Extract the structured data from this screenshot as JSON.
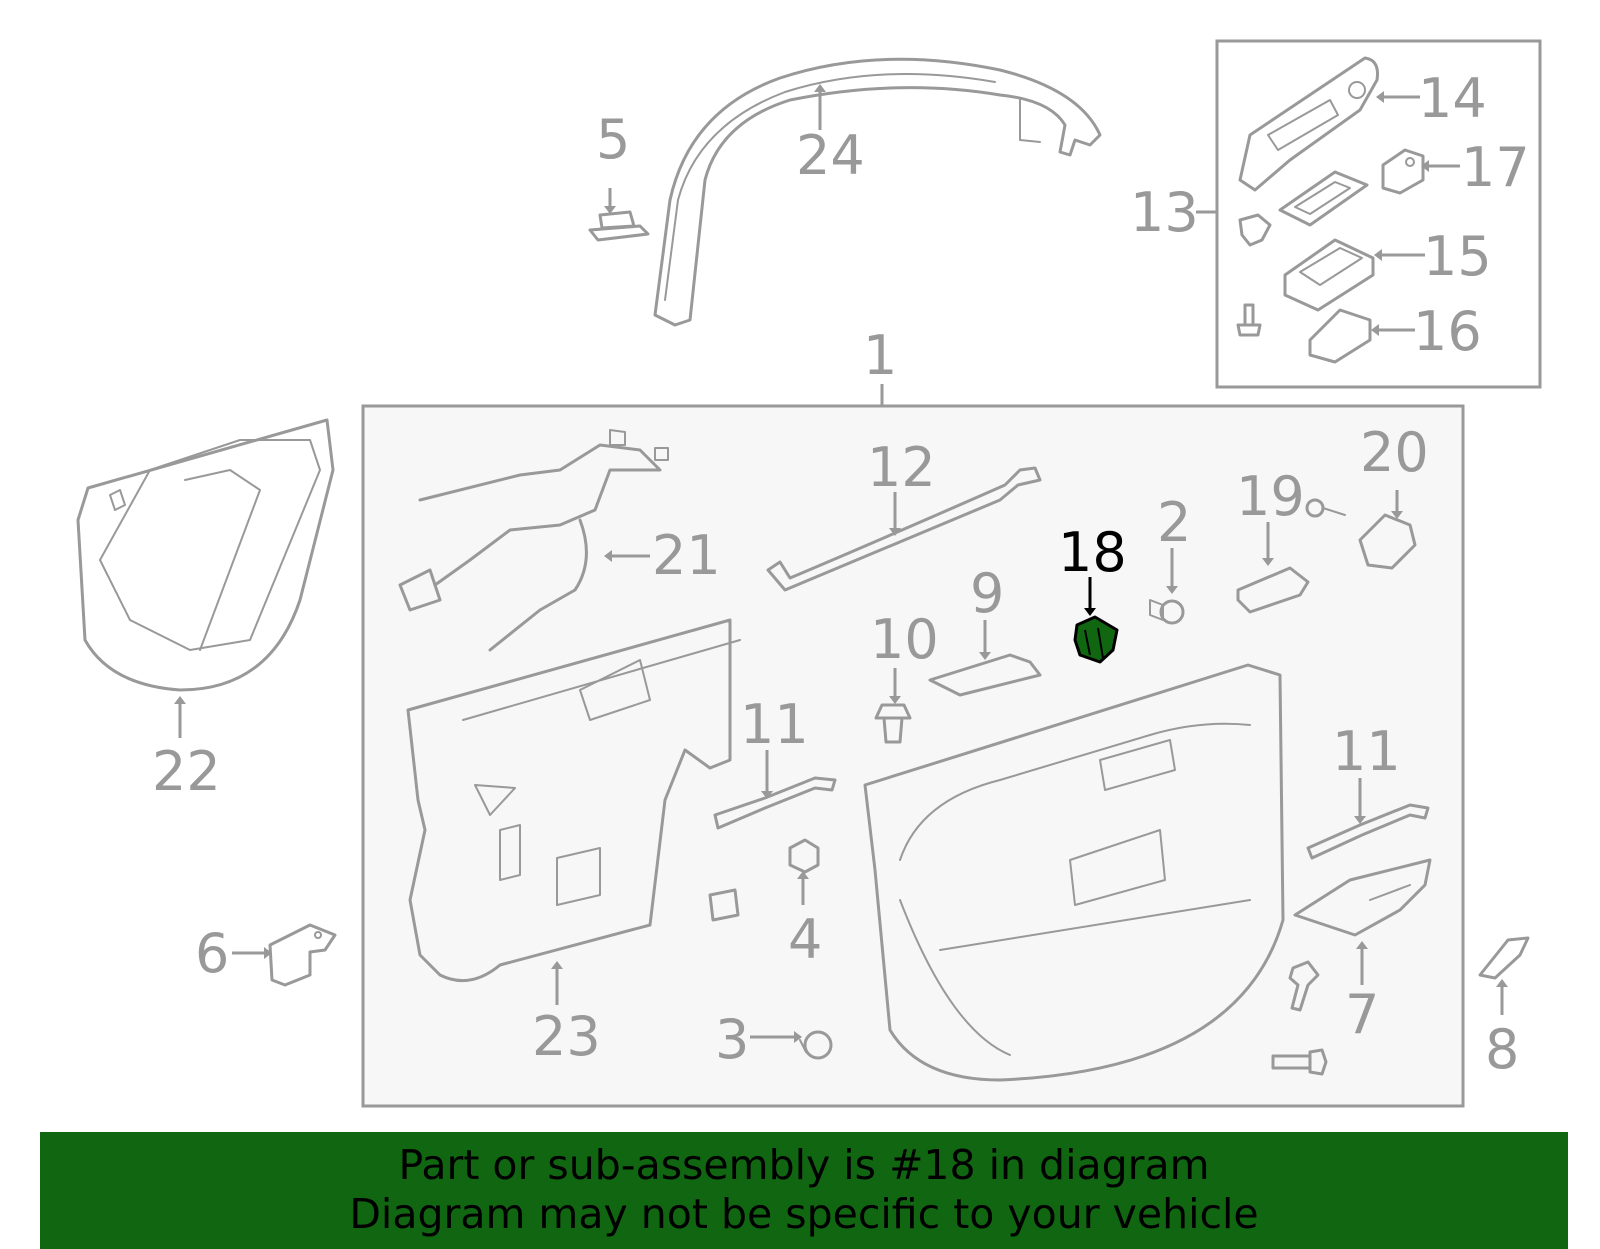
{
  "diagram": {
    "highlighted_part": "18",
    "highlight_color": "#116611",
    "line_color": "#999999",
    "callouts": [
      "1",
      "2",
      "3",
      "4",
      "5",
      "6",
      "7",
      "8",
      "9",
      "10",
      "11",
      "11",
      "12",
      "13",
      "14",
      "15",
      "16",
      "17",
      "18",
      "19",
      "20",
      "21",
      "22",
      "23",
      "24"
    ]
  },
  "banner": {
    "line1": "Part or sub-assembly is #18 in diagram",
    "line2": "Diagram may not be specific to your vehicle",
    "background": "#116611"
  }
}
